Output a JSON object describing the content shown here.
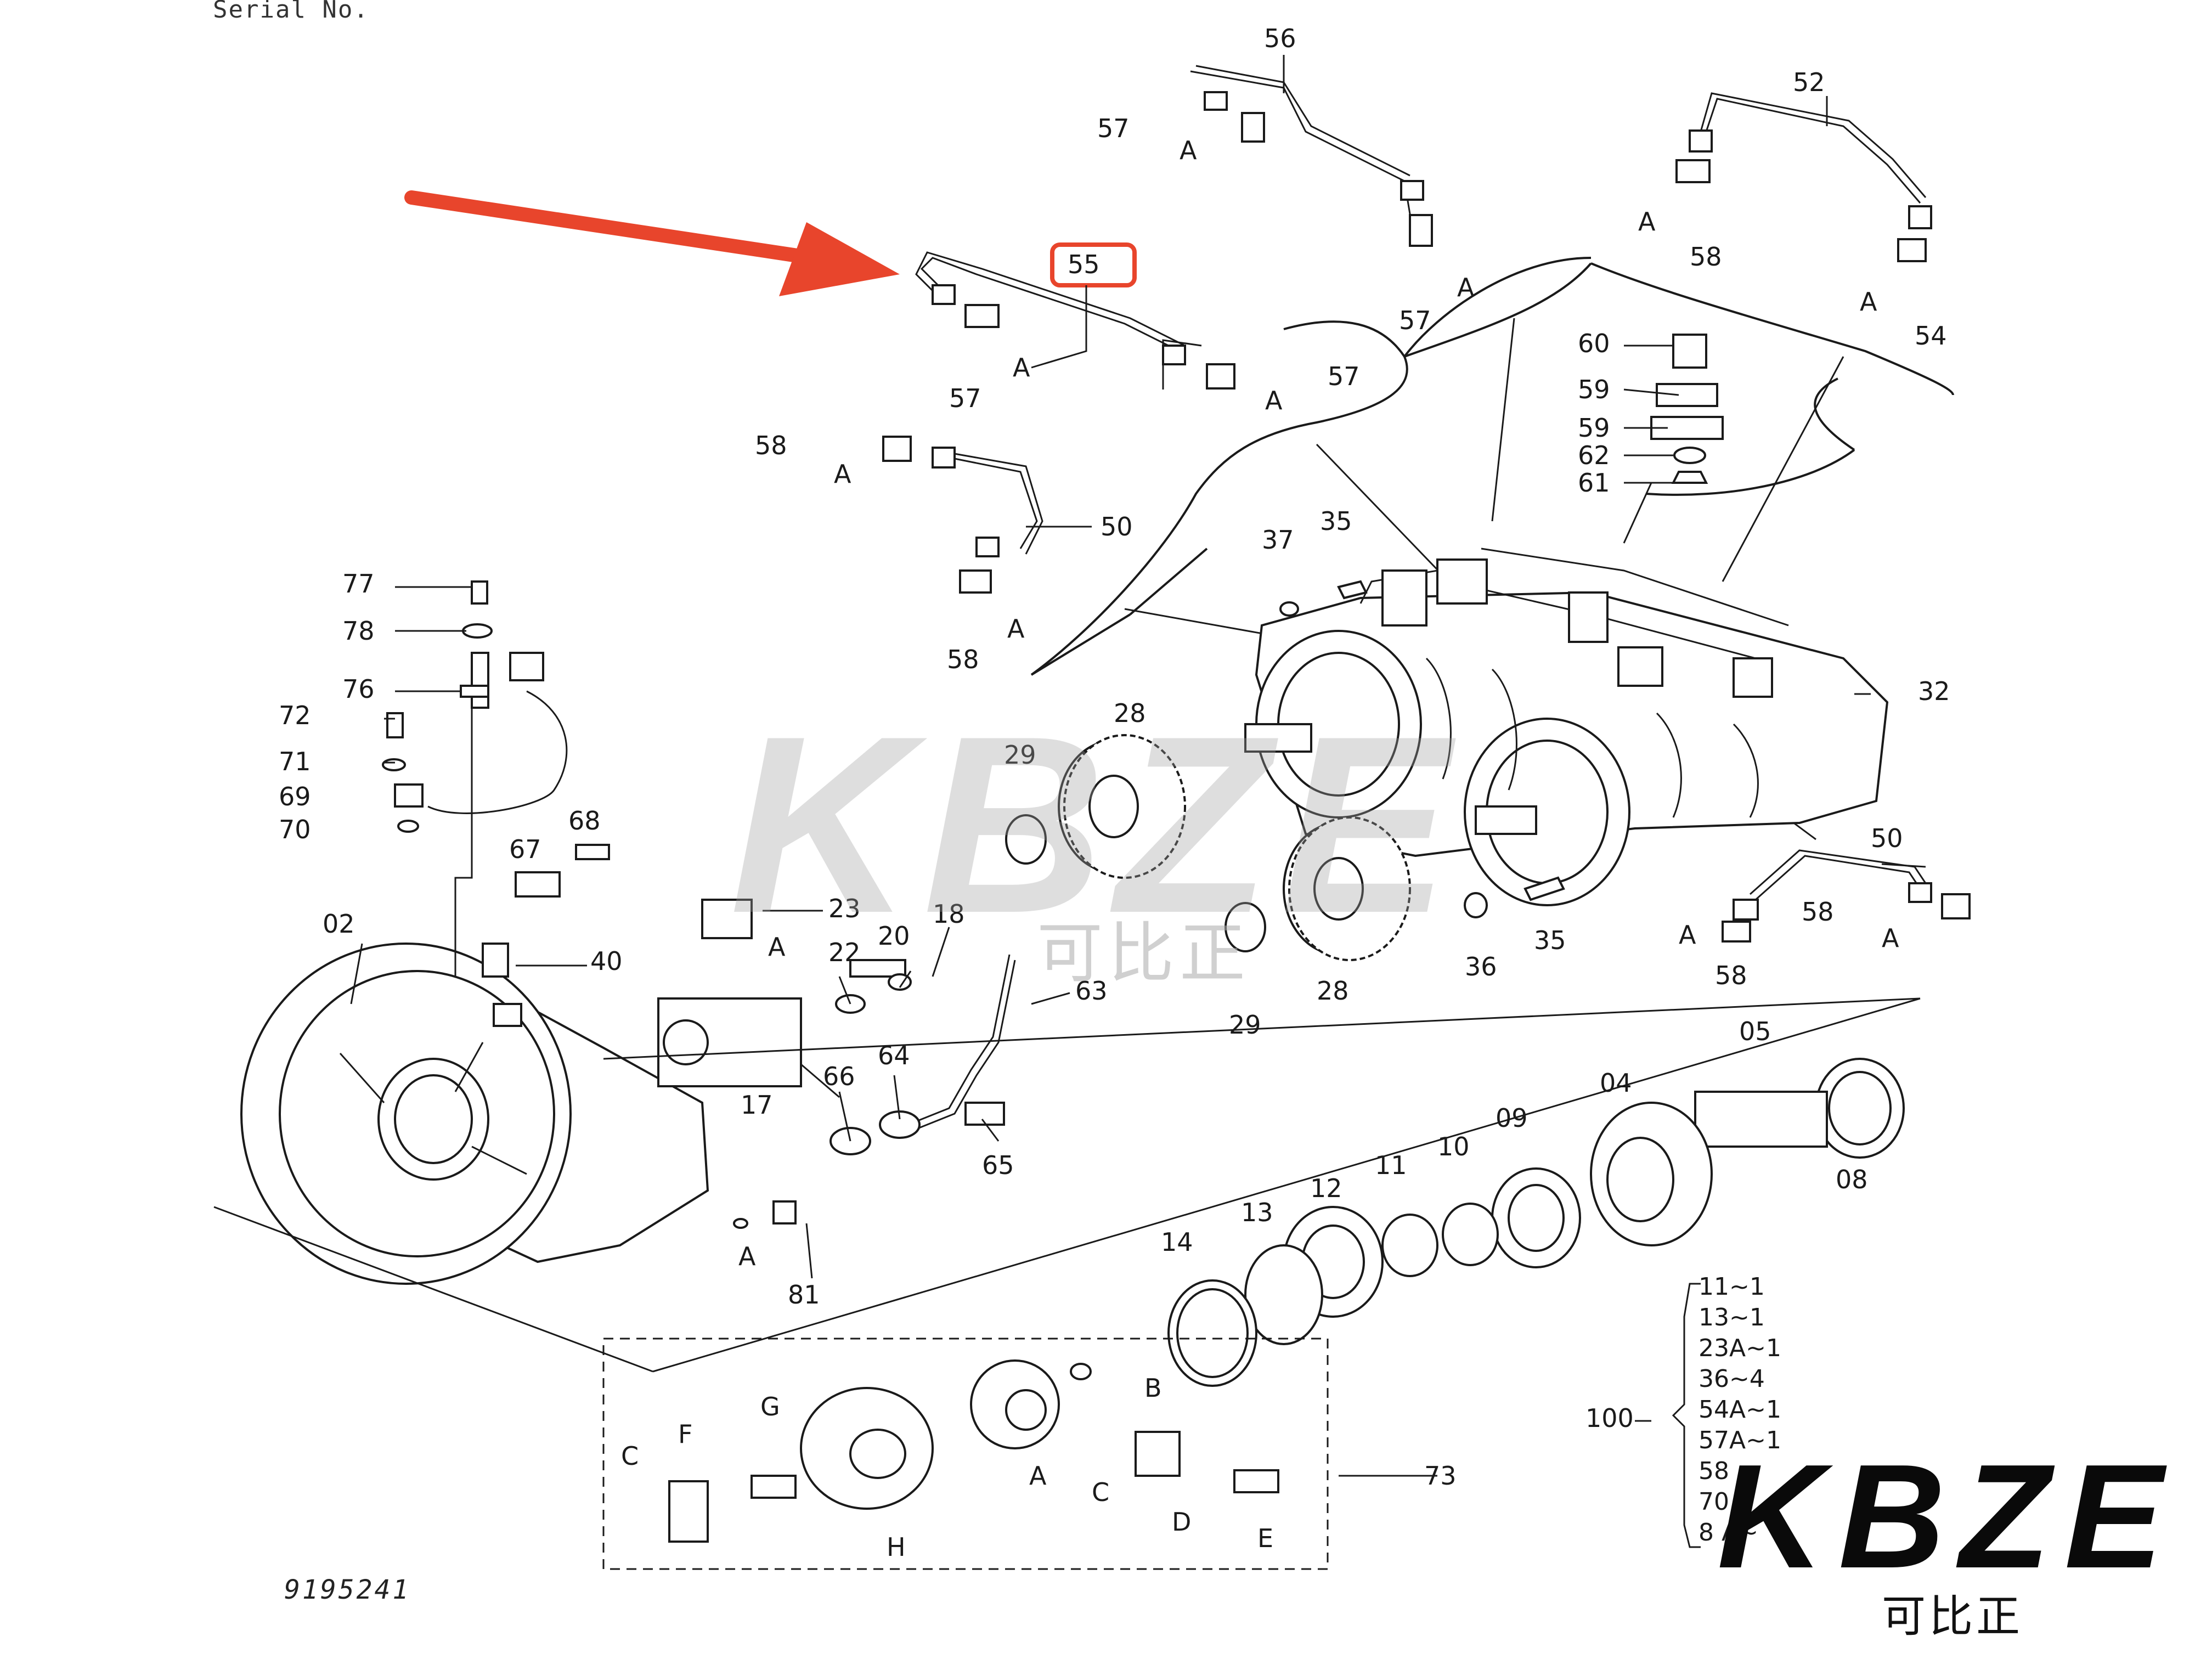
{
  "header": {
    "serial_label": "Serial No."
  },
  "drawing_number": "9195241",
  "callouts": {
    "c56": "56",
    "c52": "52",
    "c57a": "57",
    "c57b": "57",
    "c57c": "57",
    "c57d": "57",
    "c58a": "58",
    "c58b": "58",
    "c58c": "58",
    "c58d": "58",
    "c58e": "58",
    "c54": "54",
    "c55": "55",
    "c60": "60",
    "c59a": "59",
    "c59b": "59",
    "c62": "62",
    "c61": "61",
    "c50a": "50",
    "c50b": "50",
    "c37": "37",
    "c35a": "35",
    "c35b": "35",
    "c32": "32",
    "c77": "77",
    "c78": "78",
    "c76": "76",
    "c72": "72",
    "c71": "71",
    "c69": "69",
    "c70": "70",
    "c67": "67",
    "c68": "68",
    "c02": "02",
    "c40": "40",
    "c23": "23",
    "c22": "22",
    "c20": "20",
    "c18": "18",
    "c63": "63",
    "c17": "17",
    "c66": "66",
    "c64": "64",
    "c65": "65",
    "c81": "81",
    "c28a": "28",
    "c28b": "28",
    "c29a": "29",
    "c29b": "29",
    "c36": "36",
    "c05": "05",
    "c04": "04",
    "c09": "09",
    "c10": "10",
    "c11": "11",
    "c12": "12",
    "c13": "13",
    "c14": "14",
    "c08": "08",
    "c73": "73",
    "lA1": "A",
    "lA2": "A",
    "lA3": "A",
    "lA4": "A",
    "lA5": "A",
    "lA6": "A",
    "lA7": "A",
    "lA8": "A",
    "lA9": "A",
    "lA10": "A",
    "lA11": "A",
    "lA12": "A",
    "lA13": "A",
    "lB": "B",
    "lC1": "C",
    "lC2": "C",
    "lD": "D",
    "lE": "E",
    "lF": "F",
    "lG": "G",
    "lH": "H"
  },
  "kit": {
    "label": "100",
    "items": [
      "11~1",
      "13~1",
      "23A~1",
      "36~4",
      "54A~1",
      "57A~1",
      "58",
      "70",
      "8 A~"
    ]
  },
  "watermark": {
    "latin": "KBZE",
    "chinese": "可比正"
  },
  "logo": {
    "latin": "KBZE",
    "chinese": "可比正"
  },
  "colors": {
    "arrow": "#e8452c",
    "highlight": "#e8452c",
    "ink": "#1a1a1a"
  },
  "highlighted_callout": "55"
}
